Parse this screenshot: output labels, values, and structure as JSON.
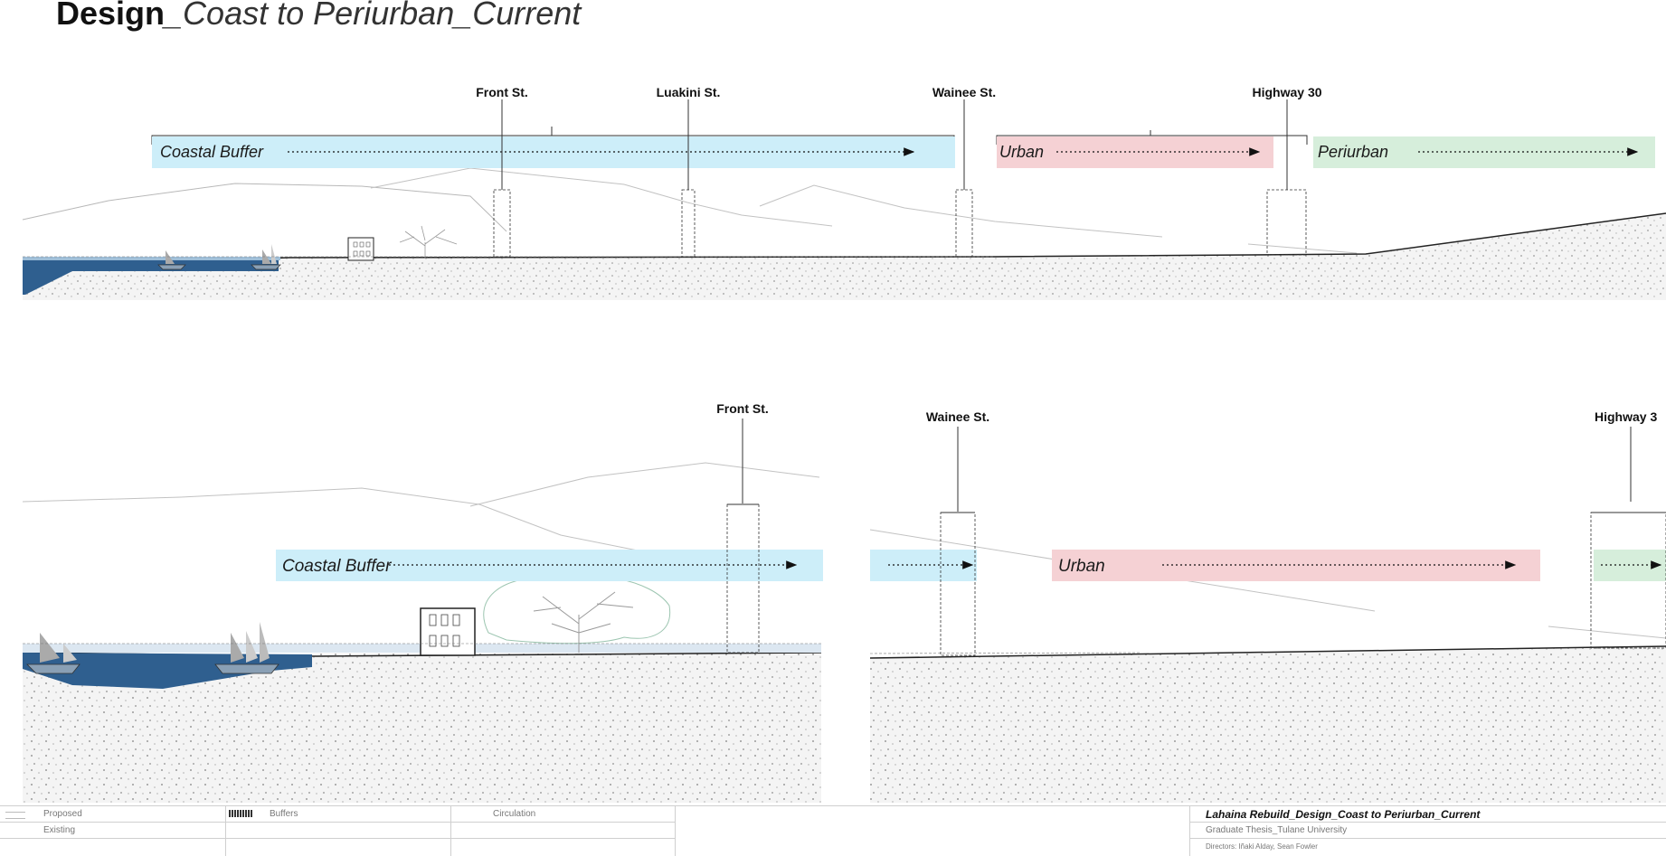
{
  "title": {
    "bold": "Design",
    "rest": "_Coast to Periurban_Current"
  },
  "streets_top": [
    "Front St.",
    "Luakini St.",
    "Wainee St.",
    "Highway 30"
  ],
  "zones_top": [
    "Coastal Buffer",
    "Urban",
    "Periurban"
  ],
  "streets_bottom_left": [
    "Front St."
  ],
  "zones_bottom_left": [
    "Coastal Buffer"
  ],
  "streets_bottom_right": [
    "Wainee St.",
    "Highway 3"
  ],
  "zones_bottom_right": [
    "Urban"
  ],
  "colors": {
    "coastal": "#cdeef9",
    "urban": "#f5d1d4",
    "periurban": "#d6eedb",
    "water": "#2f5f8f"
  },
  "legend": {
    "proposed": "Proposed",
    "existing": "Existing",
    "buffers": "Buffers",
    "circulation": "Circulation"
  },
  "project": {
    "name": "Lahaina Rebuild_Design_Coast to Periurban_Current",
    "subtitle": "Graduate Thesis_Tulane University",
    "directors": "Directors: Iñaki Alday, Sean Fowler"
  }
}
